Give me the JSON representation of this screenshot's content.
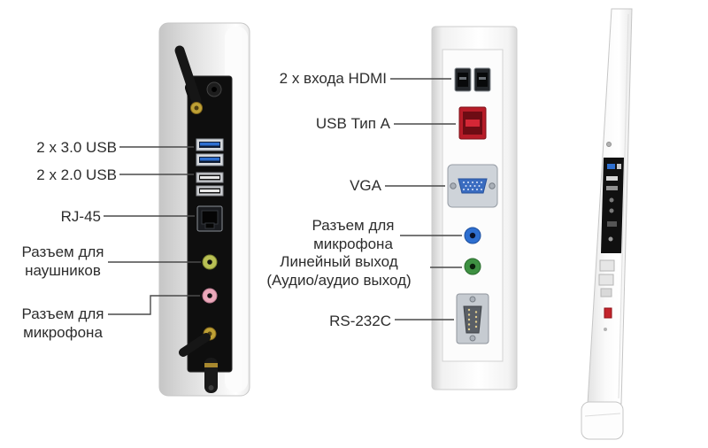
{
  "diagram": {
    "left_panel": {
      "usb30_label": "2 x 3.0 USB",
      "usb20_label": "2 x 2.0 USB",
      "rj45_label": "RJ-45",
      "headphones_label_line1": "Разъем для",
      "headphones_label_line2": "наушников",
      "mic_label_line1": "Разъем для",
      "mic_label_line2": "микрофона"
    },
    "middle_panel": {
      "hdmi_label": "2 x входа HDMI",
      "usb_type_a_label": "USB Тип A",
      "vga_label": "VGA",
      "mic_label_line1": "Разъем для",
      "mic_label_line2": "микрофона",
      "lineout_label_line1": "Линейный выход",
      "lineout_label_line2": "(Аудио/аудио выход)",
      "rs232_label": "RS-232C"
    },
    "colors": {
      "callout_line": "#4a4a4a",
      "usb3_blue": "#2e6fd0",
      "usb_type_a_red": "#b71c28",
      "vga_blue": "#3a6cc0",
      "mic_jack_blue": "#2e6fd0",
      "lineout_jack_green": "#3e9142",
      "headphone_jack_lime": "#b9c054",
      "mic_jack_pink": "#eba8ba"
    }
  }
}
